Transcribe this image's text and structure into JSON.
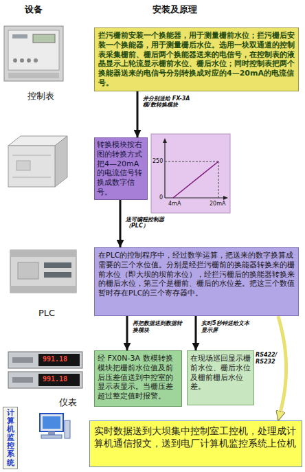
{
  "diagram": {
    "nodes": [
      {
        "text": [
          "拦污栅前安装一个换能器，用于测量栅前水位；拦污栅后安装一个换能器，用于测量栅后水位。选用一块双通道的控制表采集栅前、栅后两个换能器送来的电信号，在控制表的液晶显示上轮流显示栅前水位、栅后水位；同时控制表把两个换能器送来的电信号分别转换成对应的4—20mA的电流信号。"
        ]
      },
      {
        "text": [
          "转换模块按右图的转换方式把4—20mA 的电流信号转换成数字信号。"
        ]
      },
      {
        "text": [
          "在PLC的控制程序中，经过数学运算，把送来的数字换算成需要的三个水位值。分别是经拦污栅前的换能器转换来的栅前水位（即大坝的坝前水位），经拦污栅后的换能器转换来的栅后水位，第三个是栅前、栅后的水位差。把这三个数值暂时存在PLC的三个寄存器中。"
        ]
      },
      {
        "text": [
          "经 FX0N-3A 数模转换模块把栅前水位值及前后压差值送到中控室的显示表显示。当栅压差超过整定值时报警。"
        ]
      },
      {
        "text": [
          "在现场巡回显示栅前水位、栅后水位及栅前栅后水位差。"
        ]
      },
      {
        "text": [
          "计算机监控系统"
        ]
      },
      {
        "text": [
          "实时数据送到大坝集中控制室工控机，处理成计算机通信报文，送到电厂计算机监控系统上位机"
        ]
      }
    ],
    "edges": [
      {
        "from": 0,
        "to": 1,
        "arrow": "to",
        "label": "并分别送给 FX-3A 模/数转换模块"
      },
      {
        "from": 1,
        "to": 2,
        "arrow": "to",
        "label": "送可编程控制器（PLC）"
      },
      {
        "from": 2,
        "to": 3,
        "arrow": "to",
        "label": "再把数据送到数据转换模块"
      },
      {
        "from": 2,
        "to": 4,
        "arrow": "to",
        "label": "实时5秒钟送给文本显示屏"
      },
      {
        "from": 2,
        "to": 6,
        "arrow": "to",
        "label": "RS422/ RS232"
      }
    ],
    "labels": [
      "设备",
      "安装及原理",
      "控制表",
      "PLC",
      "仪表",
      "991.18",
      "991.18",
      "250",
      "0",
      "4mA",
      "20mA"
    ]
  }
}
